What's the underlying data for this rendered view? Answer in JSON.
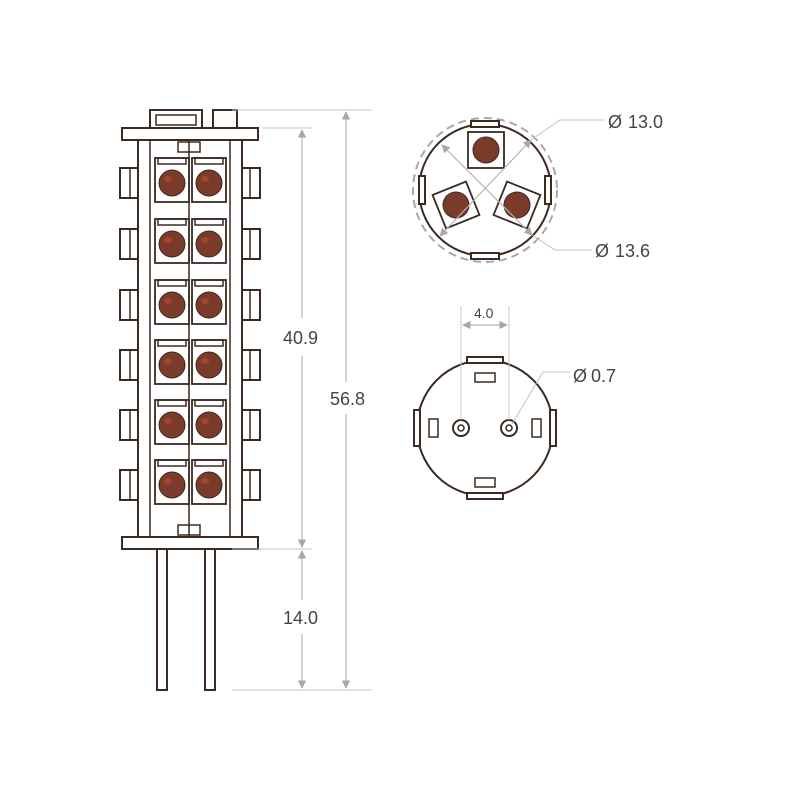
{
  "dimensions": {
    "led_section_height": "40.9",
    "total_height": "56.8",
    "pin_length": "14.0",
    "pin_spacing": "4.0",
    "pin_diameter": "0.7",
    "led_circle_diameter": "13.0",
    "outer_diameter": "13.6"
  },
  "symbols": {
    "diameter": "Ø"
  },
  "colors": {
    "outline": "#3a2a20",
    "led": "#7a3b2a",
    "dimension_line": "#b4b4b4"
  }
}
